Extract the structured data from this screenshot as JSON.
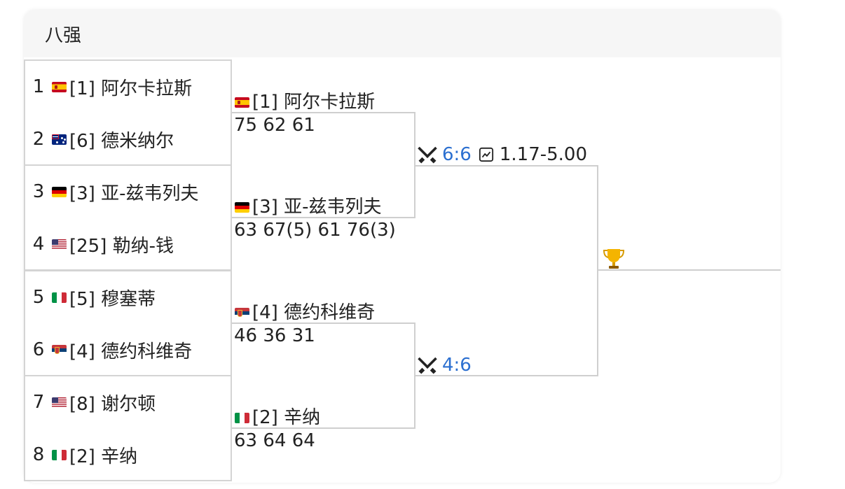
{
  "title": "八强",
  "seeds": [
    {
      "num": "1",
      "flag": "es",
      "name": "[1] 阿尔卡拉斯"
    },
    {
      "num": "2",
      "flag": "au",
      "name": "[6] 德米纳尔"
    },
    {
      "num": "3",
      "flag": "de",
      "name": "[3] 亚-兹韦列夫"
    },
    {
      "num": "4",
      "flag": "us",
      "name": "[25] 勒纳-钱"
    },
    {
      "num": "5",
      "flag": "it",
      "name": "[5] 穆塞蒂"
    },
    {
      "num": "6",
      "flag": "rs",
      "name": "[4] 德约科维奇"
    },
    {
      "num": "7",
      "flag": "us",
      "name": "[8] 谢尔顿"
    },
    {
      "num": "8",
      "flag": "it",
      "name": "[2] 辛纳"
    }
  ],
  "quarterfinals": [
    {
      "flag": "es",
      "name": "[1] 阿尔卡拉斯",
      "score": "75 62 61"
    },
    {
      "flag": "de",
      "name": "[3] 亚-兹韦列夫",
      "score": "63 67(5) 61 76(3)"
    },
    {
      "flag": "rs",
      "name": "[4] 德约科维奇",
      "score": "46 36 31"
    },
    {
      "flag": "it",
      "name": "[2] 辛纳",
      "score": "63 64 64"
    }
  ],
  "semifinals": [
    {
      "h2h": "6:6",
      "odds": "1.17-5.00"
    },
    {
      "h2h": "4:6"
    }
  ],
  "icons": {
    "h2h": "crossed-swords-icon",
    "odds": "chart-line-icon",
    "final": "trophy-icon"
  },
  "colors": {
    "link": "#2b6fd0",
    "line": "#cfcfcf"
  }
}
